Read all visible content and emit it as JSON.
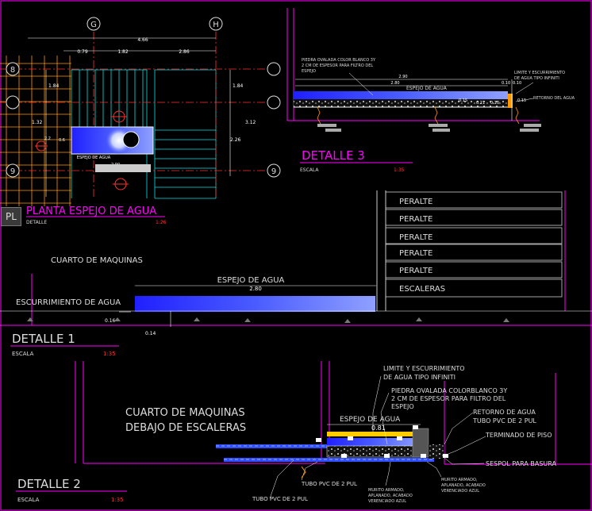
{
  "plan": {
    "grid_letters": [
      "G",
      "H"
    ],
    "grid_numbers": [
      "8",
      "9",
      "9"
    ],
    "dims": {
      "total": "4.66",
      "a": "0.79",
      "b": "1.82",
      "c": "2.86",
      "left1": "1.84",
      "left2": "1.32",
      "right1": "1.84",
      "right2": "3.12",
      "right3": "2.26",
      "w1": "2.2",
      "w2": "0.6",
      "bottom": "2.90"
    },
    "pool_label": "ESPEJO DE AGUA",
    "title": "PLANTA ESPEJO DE AGUA",
    "subtitle": "DETALLE",
    "scale": "1:26",
    "badge": "PL"
  },
  "detalle3": {
    "stone_note_1": "PIEDRA OVALADA COLOR BLANCO 3Y",
    "stone_note_2": "2 CM DE ESPESOR PARA FILTRO DEL",
    "stone_note_3": "ESPEJO",
    "dim_top": "2.90",
    "dim_mid": "2.80",
    "limit_note_1": "LIMITE Y ESCURRIMIENTO",
    "limit_note_2": "DE AGUA TIPO INFINITI",
    "espejo_label": "ESPEJO DE AGUA",
    "dim_small_1": "0.10",
    "dim_small_2": "0.10",
    "dim_a": "0.15",
    "dim_b": "0.21",
    "dim_c": "0.10",
    "dim_d": "0.15",
    "retorno_note": "RETORNO DEL AGUA",
    "title": "DETALLE 3",
    "escala": "ESCALA",
    "scale": "1:35"
  },
  "detalle1": {
    "stair_labels": [
      "PERALTE",
      "PERALTE",
      "PERALTE",
      "PERALTE",
      "PERALTE",
      "ESCALERAS"
    ],
    "cuarto": "CUARTO DE MAQUINAS",
    "espejo_label": "ESPEJO DE AGUA",
    "dim_width": "2.80",
    "escurrimiento": "ESCURRIMIENTO DE AGUA",
    "dim_h1": "0.16",
    "dim_h2": "0.14",
    "title": "DETALLE 1",
    "escala": "ESCALA",
    "scale": "1:35"
  },
  "detalle2": {
    "limit_1": "LIMITE Y ESCURRIMIENTO",
    "limit_2": "DE AGUA TIPO INFINITI",
    "stone_1": "PIEDRA OVALADA COLORBLANCO 3Y",
    "stone_2": "2 CM DE ESPESOR PARA FILTRO DEL",
    "stone_3": "ESPEJO",
    "cuarto_1": "CUARTO DE MAQUINAS",
    "cuarto_2": "DEBAJO DE ESCALERAS",
    "espejo_label": "ESPEJO DE AGUA",
    "dim": "0.81",
    "retorno_1": "RETORNO DE AGUA",
    "retorno_2": "TUBO PVC DE 2 PUL",
    "terminado": "TERMINADO DE PISO",
    "sespol": "SESPOL PARA BASURA",
    "tubo_1": "TUBO PVC DE 2 PUL",
    "tubo_2": "TUBO PVC DE 2 PUL",
    "murito_a_1": "MURITO ARMADO,",
    "murito_a_2": "APLANADO, ACABADO",
    "murito_a_3": "VERENCIADO AZUL",
    "murito_b_1": "MURITO ARMADO,",
    "murito_b_2": "APLANADO, ACABADO",
    "murito_b_3": "VERENCIADO AZUL",
    "title": "DETALLE 2",
    "escala": "ESCALA",
    "scale": "1:35"
  }
}
